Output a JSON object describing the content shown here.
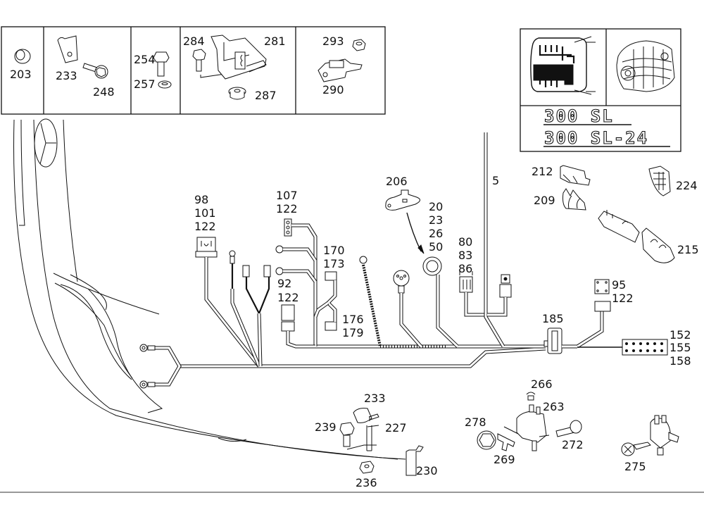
{
  "diagram": {
    "type": "exploded-parts-wiring-harness",
    "bottom_rule_color": "#777777",
    "line_color": "#111111",
    "background": "#ffffff"
  },
  "legend_panels": [
    {
      "id": "p1",
      "labels": [
        "203"
      ]
    },
    {
      "id": "p2",
      "labels": [
        "233",
        "248"
      ]
    },
    {
      "id": "p3",
      "labels": [
        "254",
        "257"
      ]
    },
    {
      "id": "p4",
      "labels": [
        "284",
        "281",
        "287"
      ]
    },
    {
      "id": "p5",
      "labels": [
        "293",
        "290"
      ]
    }
  ],
  "applicability": {
    "models": [
      "300 SL",
      "300 SL-24"
    ],
    "images": [
      "car-wiring-top-view",
      "engine-illustration"
    ]
  },
  "callouts": {
    "c203": "203",
    "c233a": "233",
    "c248": "248",
    "c254": "254",
    "c257": "257",
    "c284": "284",
    "c281": "281",
    "c287": "287",
    "c293": "293",
    "c290": "290",
    "g98": [
      "98",
      "101",
      "122"
    ],
    "g107": [
      "107",
      "122"
    ],
    "g170": [
      "170",
      "173"
    ],
    "g92": [
      "92",
      "122"
    ],
    "g176": [
      "176",
      "179"
    ],
    "c206": "206",
    "g20": [
      "20",
      "23",
      "26",
      "50"
    ],
    "g80": [
      "80",
      "83",
      "86"
    ],
    "c5": "5",
    "c212": "212",
    "c209": "209",
    "c224": "224",
    "c215": "215",
    "g95": [
      "95",
      "122"
    ],
    "c185": "185",
    "g152": [
      "152",
      "155",
      "158"
    ],
    "c233b": "233",
    "c239": "239",
    "c227": "227",
    "c236": "236",
    "c230": "230",
    "c266": "266",
    "c263": "263",
    "c278": "278",
    "c272": "272",
    "c269": "269",
    "c275": "275"
  }
}
